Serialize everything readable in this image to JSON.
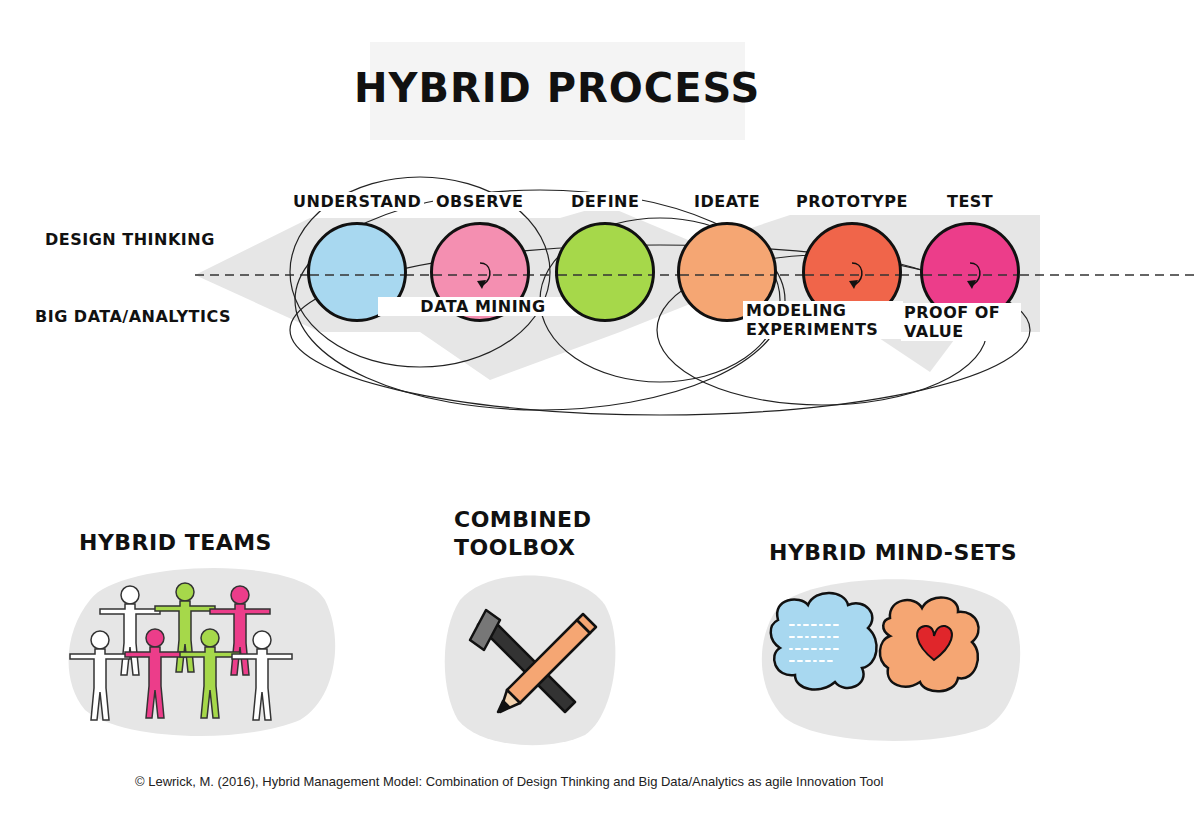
{
  "diagram": {
    "title": "HYBRID PROCESS",
    "caption": "© Lewrick, M. (2016), Hybrid Management Model: Combination of Design Thinking and Big Data/Analytics as agile Innovation Tool",
    "nodes": [
      {
        "text": [
          "UNDERSTAND"
        ]
      },
      {
        "text": [
          "OBSERVE",
          "DATA MINING"
        ]
      },
      {
        "text": [
          "DEFINE"
        ]
      },
      {
        "text": [
          "IDEATE"
        ]
      },
      {
        "text": [
          "PROTOTYPE",
          "MODELING EXPERIMENTS"
        ]
      },
      {
        "text": [
          "TEST",
          "PROOF OF VALUE"
        ]
      },
      {
        "text": [
          "HYBRID TEAMS"
        ]
      },
      {
        "text": [
          "COMBINED TOOLBOX"
        ]
      },
      {
        "text": [
          "HYBRID MIND-SETS"
        ]
      }
    ],
    "labels": [
      "DESIGN THINKING",
      "BIG DATA/ANALYTICS"
    ]
  }
}
